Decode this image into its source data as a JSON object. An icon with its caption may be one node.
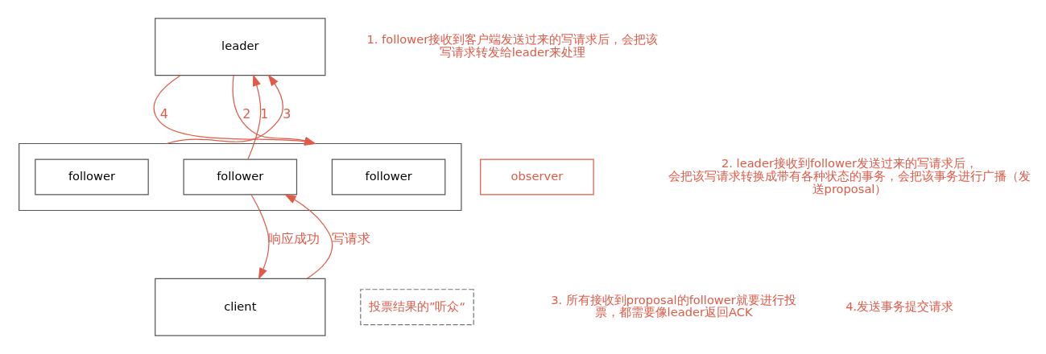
{
  "diagram": {
    "nodes": [
      {
        "text": [
          "leader"
        ]
      },
      {
        "text": [],
        "shape": "box"
      },
      {
        "text": [
          "follower"
        ],
        "in": 1
      },
      {
        "text": [
          "follower"
        ],
        "in": 1
      },
      {
        "text": [
          "follower"
        ],
        "in": 1
      },
      {
        "text": [
          "client"
        ]
      },
      {
        "text": [
          "observer"
        ]
      },
      {
        "text": [
          "投票结果的”听众“"
        ]
      }
    ],
    "edges": [
      {
        "from": 0,
        "to": 1,
        "arrow": "to",
        "label": "4"
      },
      {
        "from": 0,
        "to": 1,
        "arrow": "to",
        "label": "2"
      },
      {
        "from": 3,
        "to": 0,
        "arrow": "to",
        "label": "1"
      },
      {
        "from": 1,
        "to": 0,
        "arrow": "to",
        "label": "3"
      },
      {
        "from": 3,
        "to": 5,
        "arrow": "to",
        "label": "响应成功"
      },
      {
        "from": 5,
        "to": 3,
        "arrow": "to",
        "label": "写请求"
      }
    ],
    "labels": [
      "1. follower接收到客户端发送过来的写请求后，会把该写请求转发给leader来处理",
      "2. leader接收到follower发送过来的写请求后，会把该写请求转换成带有各种状态的事务，会把该事务进行广播（发送proposal）",
      "3. 所有接收到proposal的follower就要进行投票，都需要像leader返回ACK",
      "4.发送事务提交请求"
    ]
  }
}
